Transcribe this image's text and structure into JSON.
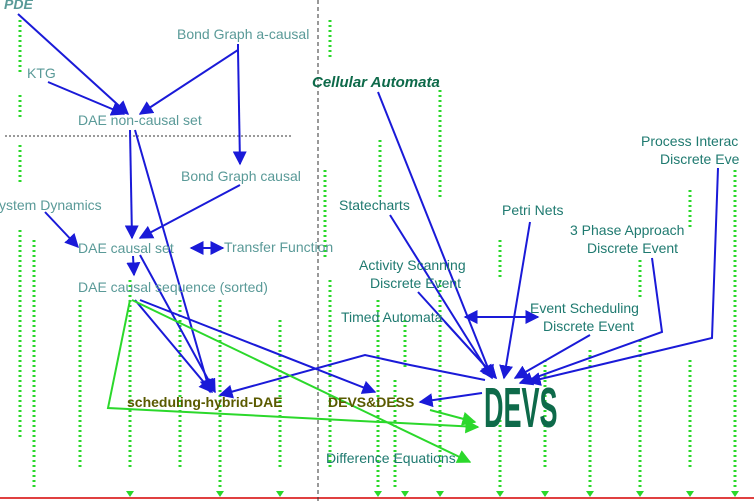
{
  "diagram": {
    "nodes": {
      "pde": "PDE",
      "ktg": "KTG",
      "bond_graph_acausal": "Bond Graph a-causal",
      "dae_noncausal_set": "DAE non-causal set",
      "bond_graph_causal": "Bond Graph causal",
      "system_dynamics": "ystem Dynamics",
      "dae_causal_set": "DAE causal set",
      "transfer_function": "Transfer Function",
      "dae_causal_sequence": "DAE causal sequence (sorted)",
      "cellular_automata": "Cellular Automata",
      "statecharts": "Statecharts",
      "petri_nets": "Petri Nets",
      "process_interaction_1": "Process Interac",
      "process_interaction_2": "Discrete Eve",
      "three_phase_1": "3 Phase Approach",
      "three_phase_2": "Discrete Event",
      "activity_scanning_1": "Activity Scanning",
      "activity_scanning_2": "Discrete Event",
      "timed_automata": "Timed Automata",
      "event_scheduling_1": "Event Scheduling",
      "event_scheduling_2": "Discrete Event",
      "scheduling_hybrid_dae": "scheduling-hybrid-DAE",
      "devs_dess": "DEVS&DESS",
      "devs": "DEVS",
      "difference_equations": "Difference Equations"
    },
    "colors": {
      "arrow_blue": "#1a1ad8",
      "arrow_green": "#2bd82b",
      "teal_text": "#1f7a70",
      "grey_teal_text": "#5a9a98",
      "olive_text": "#5a5a00",
      "dark_green_text": "#0e6a4a",
      "green_dashes": "#2ad82a",
      "red_baseline": "#e04040"
    }
  }
}
